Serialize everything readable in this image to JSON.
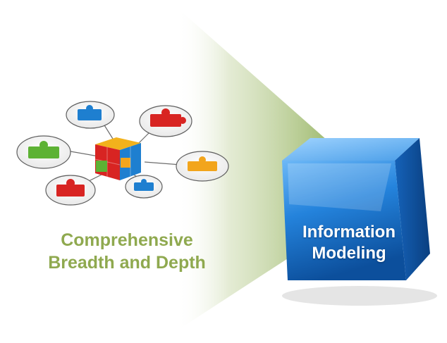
{
  "diagram": {
    "left_caption": {
      "line1": "Comprehensive",
      "line2": "Breadth and Depth"
    },
    "cube_label": {
      "line1": "Information",
      "line2": "Modeling"
    },
    "puzzle_pieces": [
      {
        "name": "puzzle-piece-blue-top-icon",
        "color": "#1e7fd0"
      },
      {
        "name": "puzzle-piece-red-top-icon",
        "color": "#d82422"
      },
      {
        "name": "puzzle-piece-green-icon",
        "color": "#5db234"
      },
      {
        "name": "puzzle-piece-orange-icon",
        "color": "#f2a51c"
      },
      {
        "name": "puzzle-piece-red-bottom-icon",
        "color": "#d82422"
      },
      {
        "name": "puzzle-piece-blue-bottom-icon",
        "color": "#1e7fd0"
      }
    ],
    "colors": {
      "caption": "#8fa94f",
      "beam": "#a9c27a",
      "cube_front": "#1f78d6",
      "cube_top": "#5aa9ef",
      "cube_side": "#0d4f9e"
    }
  }
}
